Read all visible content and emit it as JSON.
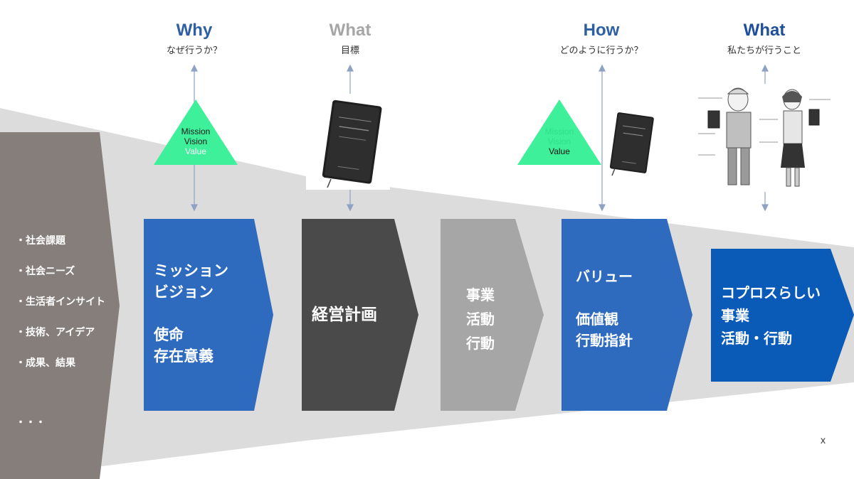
{
  "headers": [
    {
      "title": "Why",
      "subtitle": "なぜ行うか？",
      "color": "#2e5fa3"
    },
    {
      "title": "What",
      "subtitle": "目標",
      "color": "#a6a6a6"
    },
    {
      "title": "How",
      "subtitle": "どのように行うか？",
      "color": "#2e5fa3"
    },
    {
      "title": "What",
      "subtitle": "私たちが行うこと",
      "color": "#1f4e9c"
    }
  ],
  "left_list": [
    "・社会課題",
    "・社会ニーズ",
    "・生活者インサイト",
    "・技術、アイデア",
    "・成果、結果",
    "・・・"
  ],
  "triangles": [
    {
      "line1": "Mission",
      "line2": "Vision",
      "line3": "Value",
      "color": "#3ef09a"
    },
    {
      "line1": "Mission",
      "line2": "Vision",
      "line3": "Value",
      "color": "#3ef09a"
    }
  ],
  "arrows": [
    {
      "text": "ミッション\nビジョン\n\n使命\n存在意義",
      "color": "#2e6bbf"
    },
    {
      "text": "経営計画",
      "color": "#4a4a4a"
    },
    {
      "text": "事業\n活動\n行動",
      "color": "#a6a6a6"
    },
    {
      "text": "バリュー\n\n価値観\n行動指針",
      "color": "#2e6bbf"
    },
    {
      "text": "コプロスらしい\n事業\n活動・行動",
      "color": "#0a5bb8"
    }
  ],
  "illustrations": [
    {
      "label": "business-plan-book"
    },
    {
      "label": "business-plan-book"
    },
    {
      "label": "staff-holding-books"
    }
  ],
  "close_label": "x"
}
